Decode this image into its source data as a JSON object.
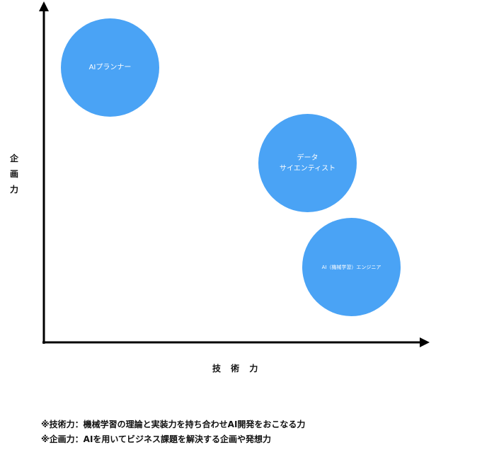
{
  "colors": {
    "bubble": "#4aa3f5",
    "axis": "#000000",
    "text": "#111111"
  },
  "axes": {
    "x_label": "技 術 力",
    "y_label": "企\n画\n力"
  },
  "bubbles": [
    {
      "label": "AIプランナー"
    },
    {
      "label": "データ\nサイエンティスト"
    },
    {
      "label": "AI（機械学習）エンジニア"
    }
  ],
  "notes": [
    "※技術力：機械学習の理論と実装力を持ち合わせAI開発をおこなる力",
    "※企画力：AIを用いてビジネス課題を解決する企画や発想力"
  ]
}
